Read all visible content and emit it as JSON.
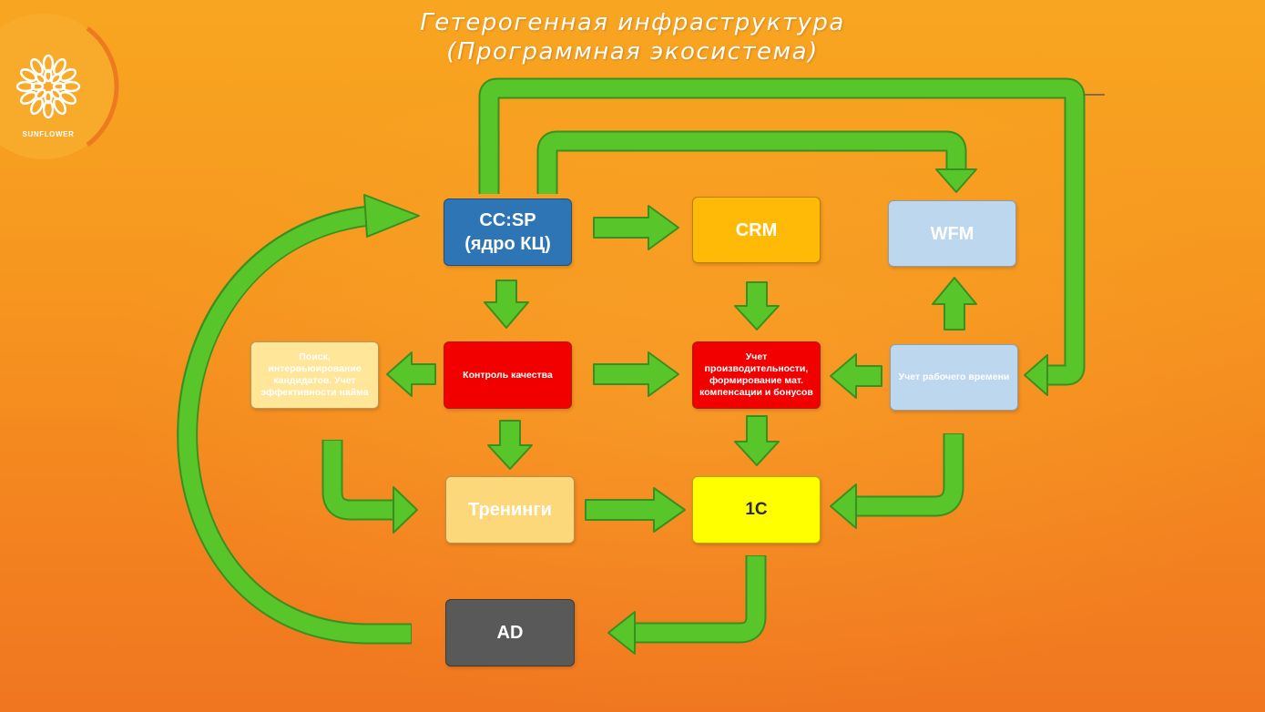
{
  "title": {
    "line1": "Гетерогенная инфраструктура",
    "line2": "(Программная экосистема)"
  },
  "logo": {
    "text": "SUNFLOWER",
    "icon": "sunflower-logo-icon"
  },
  "nodes": {
    "ccsp": {
      "line1": "CC:SP",
      "line2": "(ядро КЦ)"
    },
    "crm": "CRM",
    "wfm": "WFM",
    "hiring": "Поиск, интервьюирование кандидатов. Учет эффективности найма",
    "quality": "Контроль качества",
    "performance": "Учет производительности, формирование мат. компенсации и бонусов",
    "worktime": "Учет рабочего времени",
    "training": "Тренинги",
    "onec": "1С",
    "ad": "AD"
  },
  "colors": {
    "arrow_fill": "#58c62a",
    "arrow_outline": "#3a8f1e",
    "ccsp": "#2e75b6",
    "crm": "#ffb907",
    "wfm": "#bdd7ee",
    "hiring": "#ffe699",
    "quality": "#f20000",
    "performance": "#f20000",
    "worktime": "#bdd7ee",
    "training": "#fdd87a",
    "onec": "#ffff00",
    "ad": "#595959"
  }
}
